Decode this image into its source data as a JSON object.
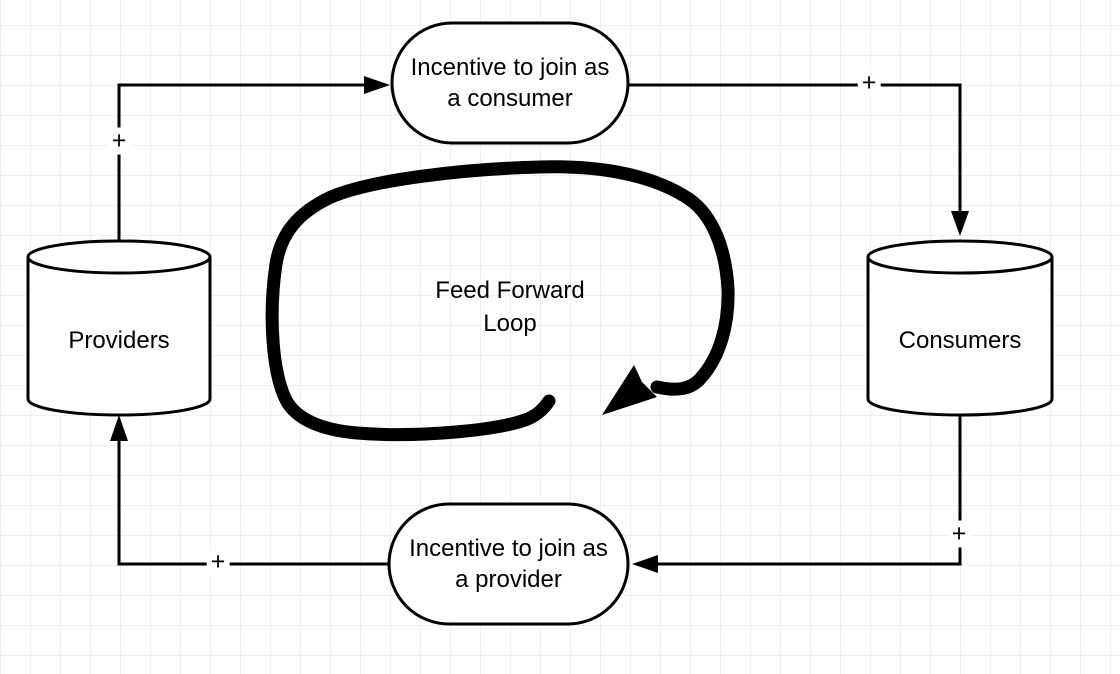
{
  "diagram": {
    "nodes": {
      "incentive_consumer": {
        "shape": "rounded-rectangle",
        "line1": "Incentive to join as",
        "line2": "a consumer"
      },
      "consumers": {
        "shape": "cylinder",
        "label": "Consumers"
      },
      "incentive_provider": {
        "shape": "rounded-rectangle",
        "line1": "Incentive to join as",
        "line2": "a provider"
      },
      "providers": {
        "shape": "cylinder",
        "label": "Providers"
      }
    },
    "center_label": {
      "line1": "Feed Forward",
      "line2": "Loop"
    },
    "edges": [
      {
        "from": "Providers",
        "to": "Incentive to join as a consumer",
        "label": "+"
      },
      {
        "from": "Incentive to join as a consumer",
        "to": "Consumers",
        "label": "+"
      },
      {
        "from": "Consumers",
        "to": "Incentive to join as a provider",
        "label": "+"
      },
      {
        "from": "Incentive to join as a provider",
        "to": "Providers",
        "label": "+"
      }
    ],
    "colors": {
      "stroke": "#000000",
      "fill": "#ffffff",
      "grid": "#f0f0f0",
      "background": "#ffffff"
    }
  }
}
